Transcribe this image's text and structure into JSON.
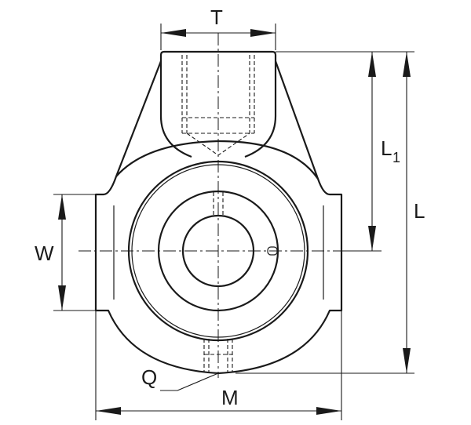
{
  "diagram": {
    "labels": {
      "T": "T",
      "L1_main": "L",
      "L1_sub": "1",
      "L": "L",
      "W": "W",
      "Q": "Q",
      "M": "M"
    }
  }
}
